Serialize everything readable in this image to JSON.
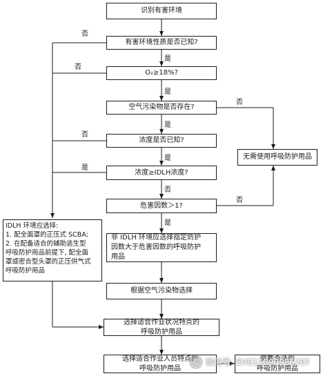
{
  "nodes": {
    "identify": "识别有害环境",
    "nature_known": "有害环境性质是否已知?",
    "o2": "O₂≥18%?",
    "pollutant_exists": "空气污染物是否存在?",
    "concentration_known": "浓度是否已知?",
    "ge_idlh": "浓度≥IDLH浓度?",
    "hazard_factor": "危害因数＞1?",
    "no_ppe": "无需使用呼吸防护用品",
    "non_idlh": "非 IDLH 环境应选择指定防护\n因数大于危害因数的呼吸防护\n用品",
    "by_pollutant": "根据空气污染物选择",
    "work_features": "选择适合作业状况特点的\n呼吸防护用品",
    "worker_features": "选择适合作业人员特点的\n呼吸防护用品",
    "wear_fit": "佩戴合适的\n呼吸防护用品"
  },
  "idlh_box": {
    "lines": [
      "IDLH 环境应选择:",
      "1. 配全面罩的正压式 SCBA;",
      "2. 在配备适合的辅助逃生型",
      "呼吸防护用品前提下, 配全面",
      "罩或密合型头罩的正压供气式",
      "呼吸防护用品"
    ]
  },
  "edge_labels": {
    "yes": "是",
    "no": "否"
  },
  "watermark": {
    "text": "微信号: EHS1189098520?",
    "icon": "wechat-logo-icon"
  },
  "colors": {
    "line": "#1a1a1a",
    "background": "#ffffff"
  }
}
